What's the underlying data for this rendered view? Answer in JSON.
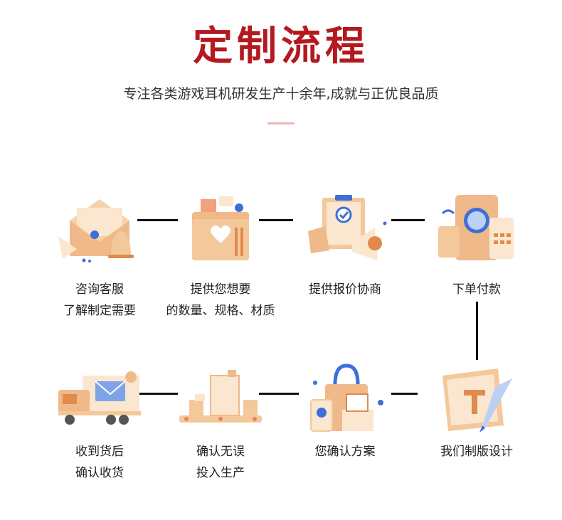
{
  "header": {
    "title": "定制流程",
    "subtitle": "专注各类游戏耳机研发生产十余年,成就与正优良品质"
  },
  "steps": [
    {
      "line1": "咨询客服",
      "line2": "了解制定需要",
      "icon": "mail-bell-icon"
    },
    {
      "line1": "提供您想要",
      "line2": "的数量、规格、材质",
      "icon": "folder-heart-icon"
    },
    {
      "line1": "提供报价协商",
      "line2": "",
      "icon": "clipboard-megaphone-icon"
    },
    {
      "line1": "下单付款",
      "line2": "",
      "icon": "pos-payment-icon"
    },
    {
      "line1": "我们制版设计",
      "line2": "",
      "icon": "design-pen-icon"
    },
    {
      "line1": "您确认方案",
      "line2": "",
      "icon": "shopping-bag-check-icon"
    },
    {
      "line1": "确认无误",
      "line2": "投入生产",
      "icon": "production-line-icon"
    },
    {
      "line1": "收到货后",
      "line2": "确认收货",
      "icon": "delivery-truck-icon"
    }
  ],
  "colors": {
    "title": "#b3191f",
    "icon_primary": "#f0b98a",
    "icon_dark": "#e08a4c",
    "icon_accent": "#3d6fd8"
  }
}
